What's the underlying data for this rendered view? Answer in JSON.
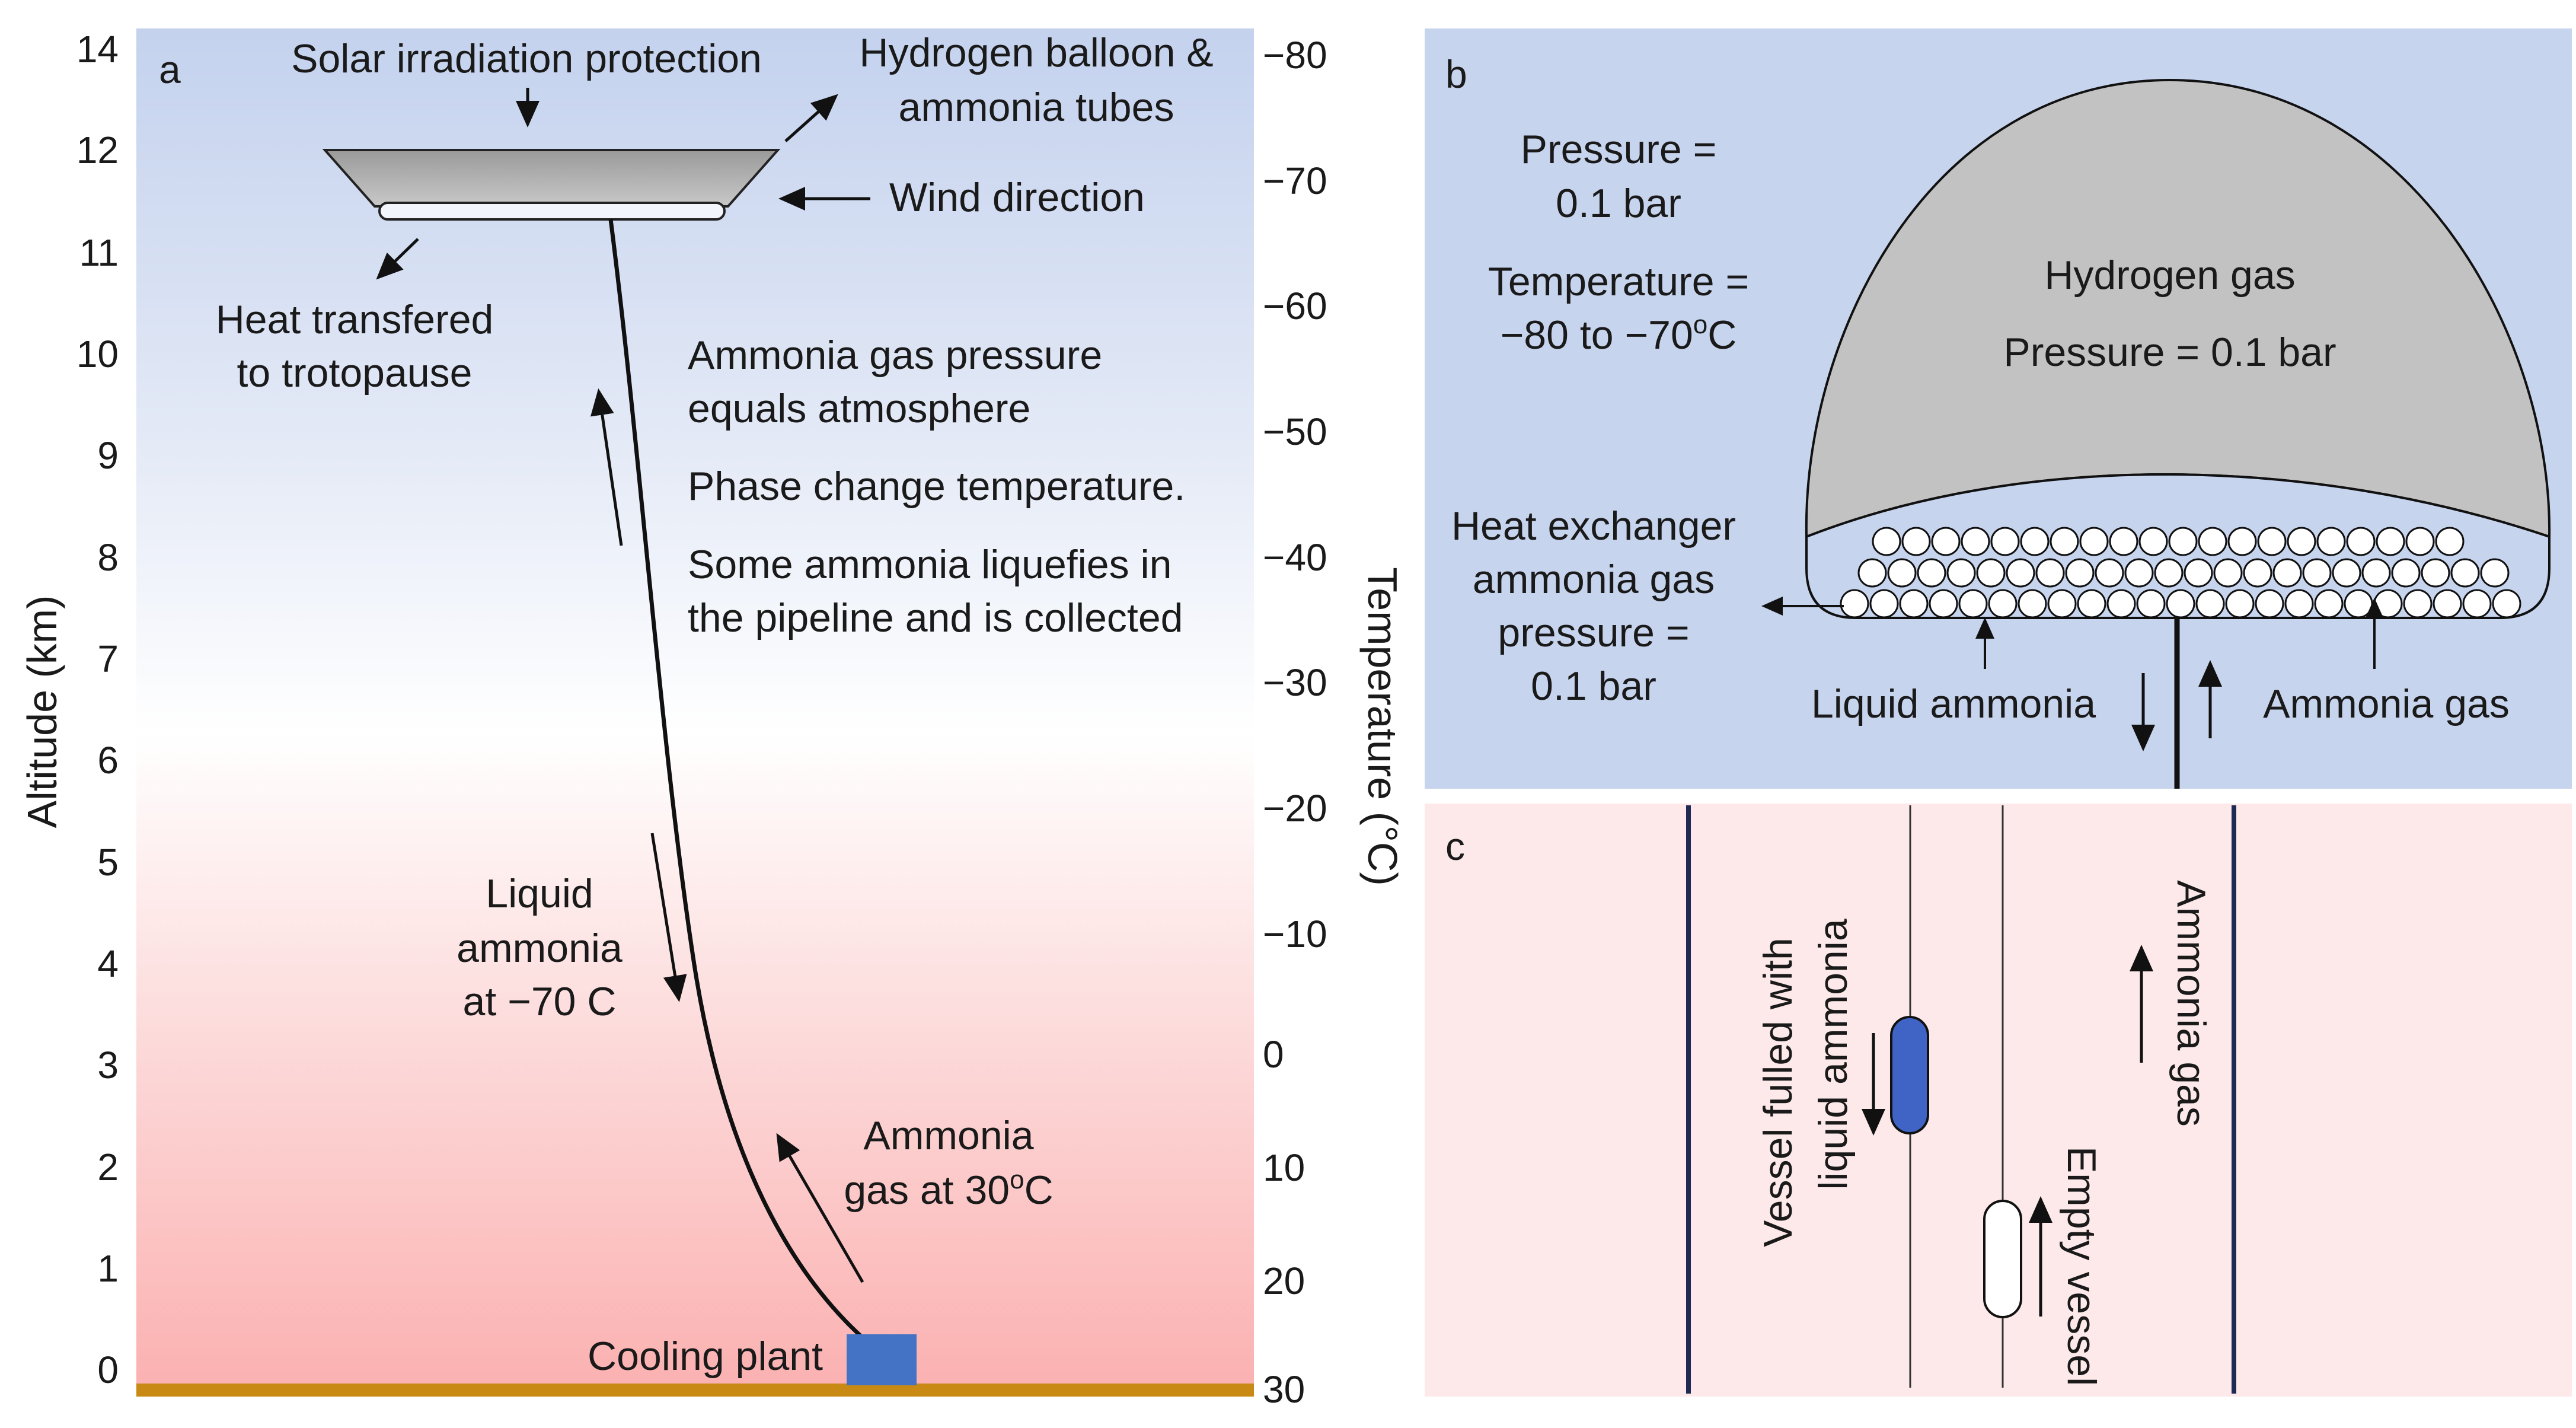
{
  "colors": {
    "sky_top": "#c4d2ee",
    "sky_mid": "#ffffff",
    "sky_bottom": "#fbb1b1",
    "ground": "#c88a14",
    "balloon_gray": "#c0c0c0",
    "panel_blue": "#c7d4ee",
    "panel_pink": "#fde9ea",
    "vessel_blue": "#3f64c6",
    "cooling_plant": "#4472c4",
    "dark_line": "#1e2a52"
  },
  "panel_a": {
    "label": "a",
    "y_axis_title": "Altitude (km)",
    "y_ticks": [
      "14",
      "12",
      "11",
      "10",
      "9",
      "8",
      "7",
      "6",
      "5",
      "4",
      "3",
      "2",
      "1",
      "0"
    ],
    "right_axis_title": "Temperature (°C)",
    "right_ticks": [
      "−80",
      "−70",
      "−60",
      "−50",
      "−40",
      "−30",
      "−20",
      "−10",
      "0",
      "10",
      "20",
      "30"
    ],
    "solar": "Solar irradiation protection",
    "hydrogen_1": "Hydrogen balloon &",
    "hydrogen_2": "ammonia tubes",
    "wind": "Wind direction",
    "heat_1": "Heat transfered",
    "heat_2": "to trotopause",
    "gas_pressure_1": "Ammonia gas pressure",
    "gas_pressure_2": "equals atmosphere",
    "phase_change": "Phase change temperature.",
    "liquefies_1": "Some ammonia liquefies in",
    "liquefies_2": "the pipeline and is collected",
    "liquid_1": "Liquid",
    "liquid_2": "ammonia",
    "liquid_3": "at −70 C",
    "gas_1": "Ammonia",
    "gas_2_prefix": "gas at 30",
    "gas_2_sup": "o",
    "gas_2_suffix": "C",
    "cooling_plant": "Cooling plant"
  },
  "panel_b": {
    "label": "b",
    "pressure_1": "Pressure =",
    "pressure_2": "0.1 bar",
    "temp_1": "Temperature =",
    "temp_2_prefix": "−80 to −70",
    "temp_2_sup": "o",
    "temp_2_suffix": "C",
    "hydrogen_gas": "Hydrogen gas",
    "hydrogen_pressure": "Pressure = 0.1 bar",
    "hx_1": "Heat exchanger",
    "hx_2": "ammonia gas",
    "hx_3": "pressure =",
    "hx_4": "0.1 bar",
    "liquid_ammonia": "Liquid ammonia",
    "ammonia_gas": "Ammonia gas"
  },
  "panel_c": {
    "label": "c",
    "vessel_full_1": "Vessel fulled with",
    "vessel_full_2": "liquid ammonia",
    "ammonia_gas": "Ammonia gas",
    "empty_vessel": "Empty vessel"
  }
}
